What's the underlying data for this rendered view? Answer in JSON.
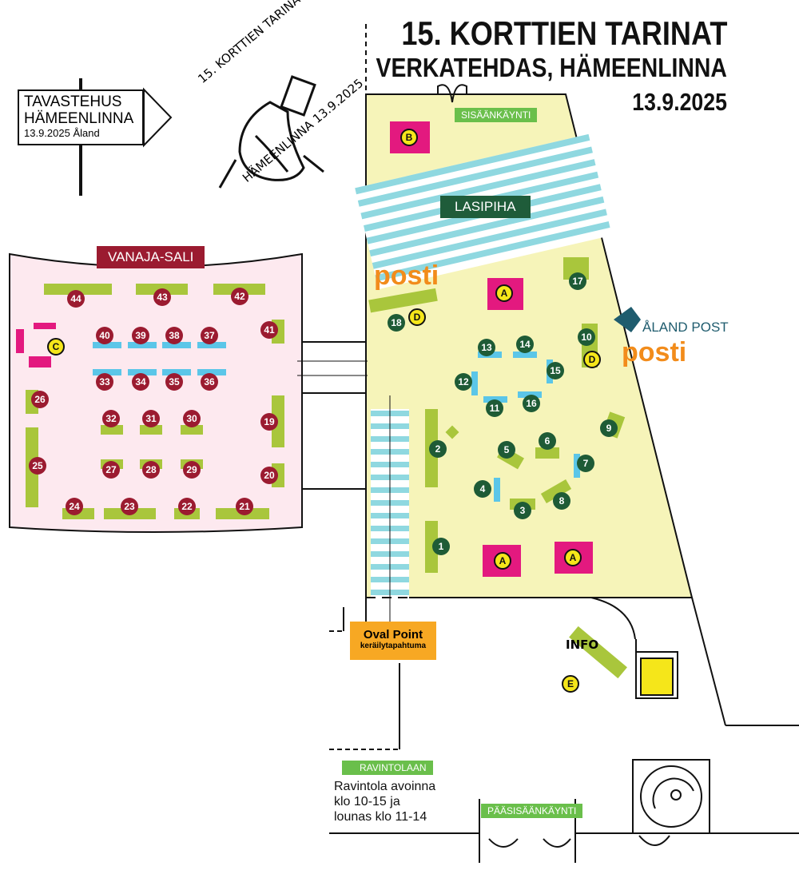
{
  "header": {
    "title": "15. KORTTIEN TARINAT",
    "venue": "VERKATEHDAS, HÄMEENLINNA",
    "date": "13.9.2025"
  },
  "signpost": {
    "line1": "TAVASTEHUS",
    "line2": "HÄMEENLINNA",
    "line3": "13.9.2025 Åland"
  },
  "postmark": {
    "top_text": "15. KORTTIEN TARINAT",
    "bottom_text": "HÄMEENLINNA 13.9.2025"
  },
  "areas": {
    "entrance": "SISÄÄNKÄYNTI",
    "glass_yard": "LASIPIHA",
    "hall": "VANAJA-SALI",
    "info": "INFO",
    "main_entrance": "PÄÄSISÄÄNKÄYNTI",
    "restaurant_sign": "RAVINTOLAAN"
  },
  "logos": {
    "posti": "posti",
    "aland_post": "ÅLAND POST"
  },
  "oval_point": {
    "name": "Oval Point",
    "subtitle": "keräilytapahtuma"
  },
  "restaurant_info": {
    "line1": "Ravintola avoinna",
    "line2": "klo 10-15 ja",
    "line3": "lounas klo 11-14"
  },
  "red_tables": [
    "44",
    "43",
    "42",
    "41",
    "40",
    "39",
    "38",
    "37",
    "33",
    "34",
    "35",
    "36",
    "26",
    "32",
    "31",
    "30",
    "19",
    "25",
    "27",
    "28",
    "29",
    "20",
    "24",
    "23",
    "22",
    "21"
  ],
  "green_tables": [
    "18",
    "17",
    "10",
    "13",
    "14",
    "15",
    "12",
    "11",
    "16",
    "9",
    "2",
    "5",
    "6",
    "7",
    "4",
    "8",
    "3",
    "1"
  ],
  "letter_points": [
    "B",
    "A",
    "D",
    "C",
    "D",
    "A",
    "A",
    "E"
  ],
  "colors": {
    "glass_yard_floor": "#f6f4b9",
    "hall_floor": "#fde9ef",
    "red_marker": "#9b1b30",
    "green_marker": "#1e5b36",
    "table_green": "#a9c63c",
    "table_blue": "#5bc6e8",
    "table_magenta": "#e3197f",
    "accent_yellow": "#f5e61a",
    "posti_orange": "#f28c1b",
    "oval_orange": "#f7a823"
  }
}
